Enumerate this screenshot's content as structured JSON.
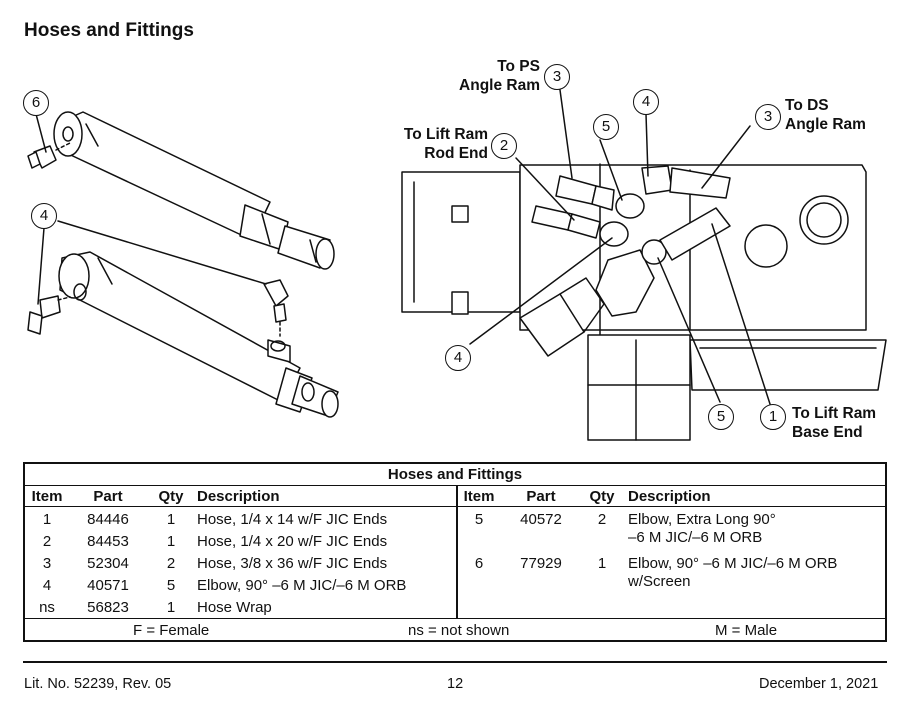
{
  "page": {
    "title": "Hoses and Fittings"
  },
  "diagram": {
    "callouts": [
      "6",
      "4",
      "3",
      "4",
      "3",
      "5",
      "2",
      "4",
      "5",
      "1"
    ],
    "labels": {
      "ps_angle_ram": [
        "To PS",
        "Angle Ram"
      ],
      "ds_angle_ram": [
        "To DS",
        "Angle Ram"
      ],
      "lift_ram_rod_end": [
        "To Lift Ram",
        "Rod End"
      ],
      "lift_ram_base_end": [
        "To Lift Ram",
        "Base End"
      ]
    }
  },
  "table": {
    "title": "Hoses and Fittings",
    "headers": {
      "item": "Item",
      "part": "Part",
      "qty": "Qty",
      "description": "Description"
    },
    "left_rows": [
      {
        "item": "1",
        "part": "84446",
        "qty": "1",
        "description": "Hose, 1/4 x 14 w/F JIC Ends"
      },
      {
        "item": "2",
        "part": "84453",
        "qty": "1",
        "description": "Hose, 1/4 x 20 w/F JIC Ends"
      },
      {
        "item": "3",
        "part": "52304",
        "qty": "2",
        "description": "Hose, 3/8 x 36 w/F JIC Ends"
      },
      {
        "item": "4",
        "part": "40571",
        "qty": "5",
        "description": "Elbow, 90° –6 M JIC/–6 M ORB"
      },
      {
        "item": "ns",
        "part": "56823",
        "qty": "1",
        "description": "Hose Wrap"
      }
    ],
    "right_rows": [
      {
        "item": "5",
        "part": "40572",
        "qty": "2",
        "description": [
          "Elbow, Extra Long 90°",
          "–6 M JIC/–6 M ORB"
        ]
      },
      {
        "item": "6",
        "part": "77929",
        "qty": "1",
        "description": [
          "Elbow, 90° –6 M JIC/–6 M ORB",
          "w/Screen"
        ]
      }
    ],
    "legend": {
      "female": "F = Female",
      "not_shown": "ns = not shown",
      "male": "M = Male"
    }
  },
  "footer": {
    "lit_no": "Lit. No. 52239, Rev. 05",
    "page_number": "12",
    "date": "December 1, 2021"
  }
}
